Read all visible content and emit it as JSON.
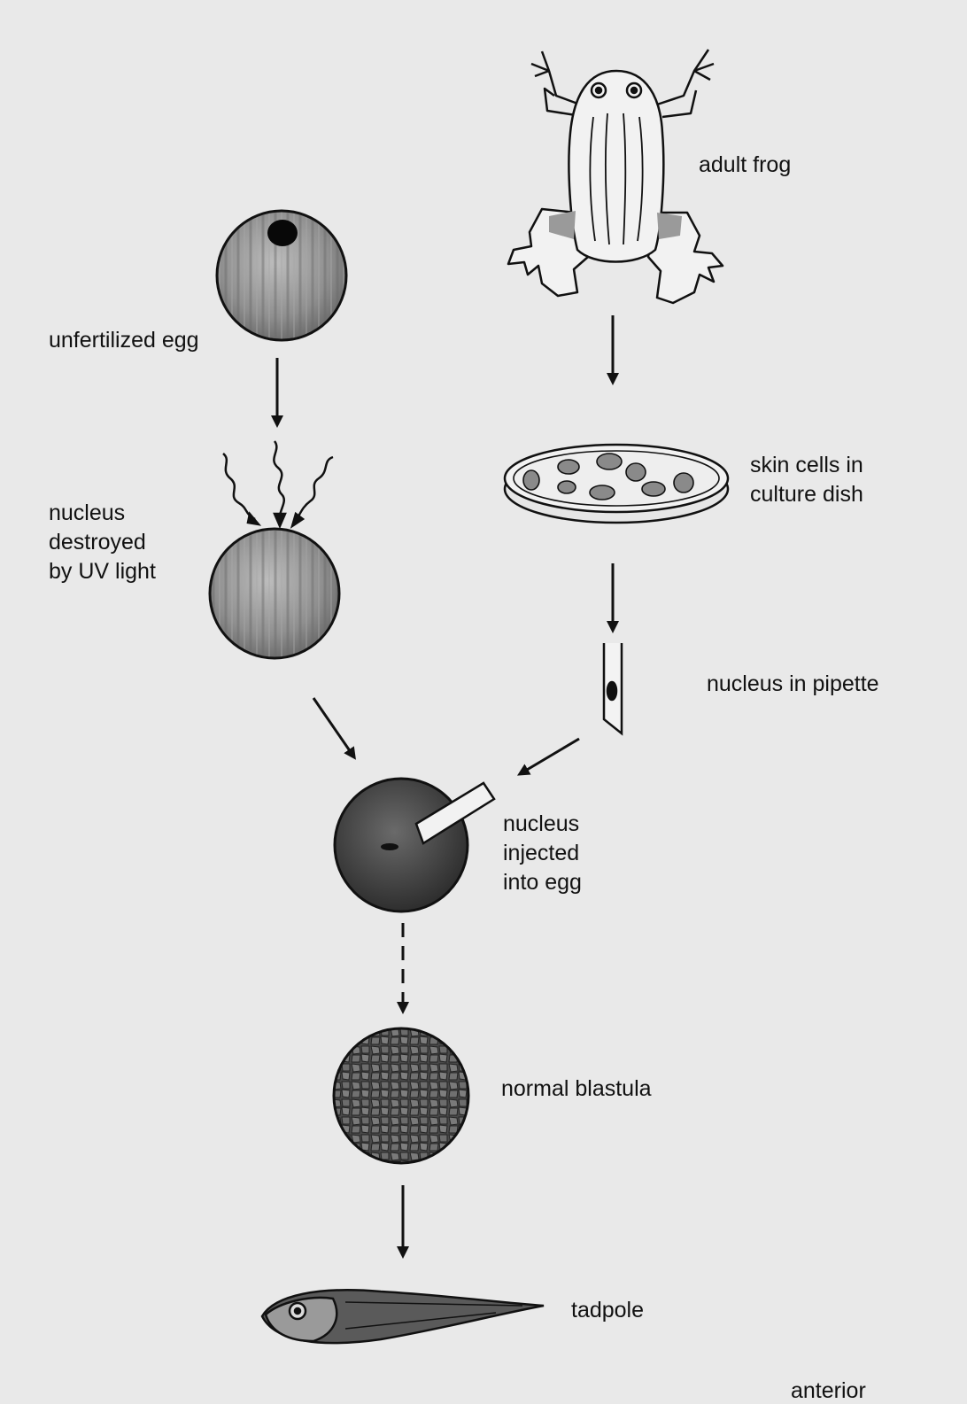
{
  "labels": {
    "adult_frog": "adult frog",
    "unfertilized_egg": "unfertilized egg",
    "skin_cells_1": "skin cells in",
    "skin_cells_2": "culture dish",
    "uv_1": "nucleus",
    "uv_2": "destroyed",
    "uv_3": "by UV light",
    "pipette": "nucleus in pipette",
    "inj_1": "nucleus",
    "inj_2": "injected",
    "inj_3": "into egg",
    "blastula": "normal blastula",
    "tadpole": "tadpole",
    "cut_off": "anterior"
  },
  "colors": {
    "background": "#e9e9e9",
    "ink": "#111111"
  }
}
